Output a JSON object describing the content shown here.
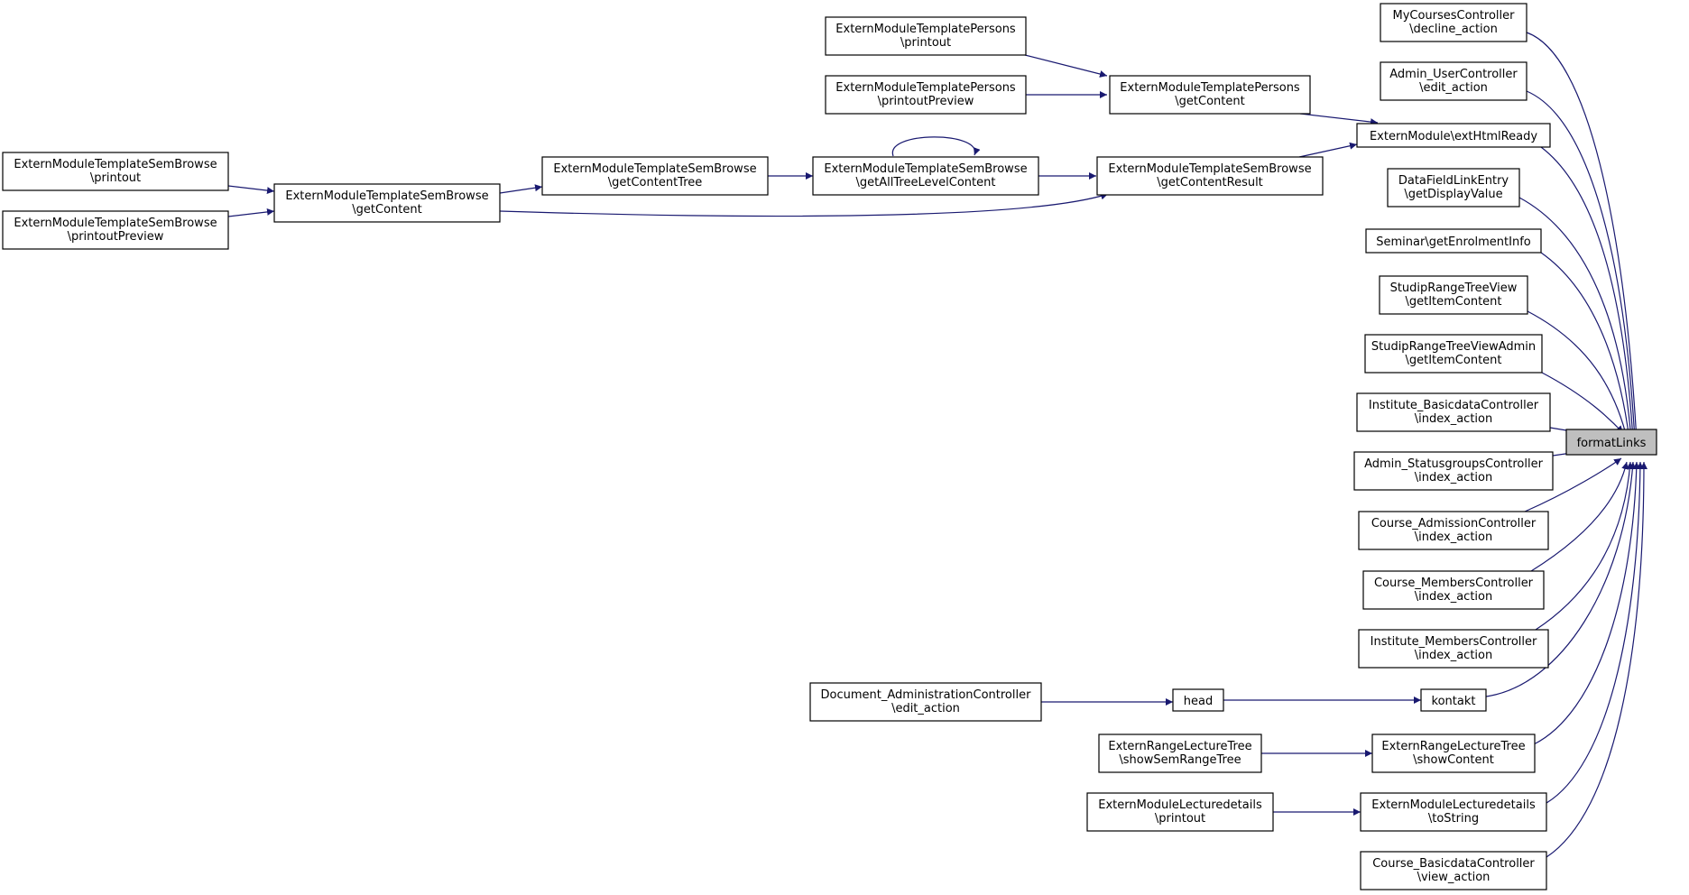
{
  "nodes": [
    {
      "id": "focus",
      "lines": [
        "formatLinks"
      ],
      "focus": true
    },
    {
      "id": "mycourses",
      "lines": [
        "MyCoursesController",
        "\\decline_action"
      ]
    },
    {
      "id": "adminuser",
      "lines": [
        "Admin_UserController",
        "\\edit_action"
      ]
    },
    {
      "id": "exthtml",
      "lines": [
        "ExternModule\\extHtmlReady"
      ]
    },
    {
      "id": "datafield",
      "lines": [
        "DataFieldLinkEntry",
        "\\getDisplayValue"
      ]
    },
    {
      "id": "seminar",
      "lines": [
        "Seminar\\getEnrolmentInfo"
      ]
    },
    {
      "id": "studiptree",
      "lines": [
        "StudipRangeTreeView",
        "\\getItemContent"
      ]
    },
    {
      "id": "studiptreeadmin",
      "lines": [
        "StudipRangeTreeViewAdmin",
        "\\getItemContent"
      ]
    },
    {
      "id": "instbasic",
      "lines": [
        "Institute_BasicdataController",
        "\\index_action"
      ]
    },
    {
      "id": "adminstatus",
      "lines": [
        "Admin_StatusgroupsController",
        "\\index_action"
      ]
    },
    {
      "id": "courseadm",
      "lines": [
        "Course_AdmissionController",
        "\\index_action"
      ]
    },
    {
      "id": "coursemem",
      "lines": [
        "Course_MembersController",
        "\\index_action"
      ]
    },
    {
      "id": "instmem",
      "lines": [
        "Institute_MembersController",
        "\\index_action"
      ]
    },
    {
      "id": "kontakt",
      "lines": [
        "kontakt"
      ]
    },
    {
      "id": "showcontent",
      "lines": [
        "ExternRangeLectureTree",
        "\\showContent"
      ]
    },
    {
      "id": "tostring",
      "lines": [
        "ExternModuleLecturedetails",
        "\\toString"
      ]
    },
    {
      "id": "viewaction",
      "lines": [
        "Course_BasicdataController",
        "\\view_action"
      ]
    },
    {
      "id": "persprintout",
      "lines": [
        "ExternModuleTemplatePersons",
        "\\printout"
      ]
    },
    {
      "id": "perspreview",
      "lines": [
        "ExternModuleTemplatePersons",
        "\\printoutPreview"
      ]
    },
    {
      "id": "persget",
      "lines": [
        "ExternModuleTemplatePersons",
        "\\getContent"
      ]
    },
    {
      "id": "semresult",
      "lines": [
        "ExternModuleTemplateSemBrowse",
        "\\getContentResult"
      ]
    },
    {
      "id": "semalltree",
      "lines": [
        "ExternModuleTemplateSemBrowse",
        "\\getAllTreeLevelContent"
      ]
    },
    {
      "id": "semtree",
      "lines": [
        "ExternModuleTemplateSemBrowse",
        "\\getContentTree"
      ]
    },
    {
      "id": "semget",
      "lines": [
        "ExternModuleTemplateSemBrowse",
        "\\getContent"
      ]
    },
    {
      "id": "semprintout",
      "lines": [
        "ExternModuleTemplateSemBrowse",
        "\\printout"
      ]
    },
    {
      "id": "sempreview",
      "lines": [
        "ExternModuleTemplateSemBrowse",
        "\\printoutPreview"
      ]
    },
    {
      "id": "head",
      "lines": [
        "head"
      ]
    },
    {
      "id": "docadmin",
      "lines": [
        "Document_AdministrationController",
        "\\edit_action"
      ]
    },
    {
      "id": "showsemrange",
      "lines": [
        "ExternRangeLectureTree",
        "\\showSemRangeTree"
      ]
    },
    {
      "id": "lectprintout",
      "lines": [
        "ExternModuleLecturedetails",
        "\\printout"
      ]
    }
  ],
  "edges": [
    [
      "mycourses",
      "focus"
    ],
    [
      "adminuser",
      "focus"
    ],
    [
      "exthtml",
      "focus"
    ],
    [
      "datafield",
      "focus"
    ],
    [
      "seminar",
      "focus"
    ],
    [
      "studiptree",
      "focus"
    ],
    [
      "studiptreeadmin",
      "focus"
    ],
    [
      "instbasic",
      "focus"
    ],
    [
      "adminstatus",
      "focus"
    ],
    [
      "courseadm",
      "focus"
    ],
    [
      "coursemem",
      "focus"
    ],
    [
      "instmem",
      "focus"
    ],
    [
      "kontakt",
      "focus"
    ],
    [
      "showcontent",
      "focus"
    ],
    [
      "tostring",
      "focus"
    ],
    [
      "viewaction",
      "focus"
    ],
    [
      "persprintout",
      "persget"
    ],
    [
      "perspreview",
      "persget"
    ],
    [
      "persget",
      "exthtml"
    ],
    [
      "semresult",
      "exthtml"
    ],
    [
      "semalltree",
      "semresult"
    ],
    [
      "semalltree",
      "semalltree"
    ],
    [
      "semtree",
      "semalltree"
    ],
    [
      "semget",
      "semtree"
    ],
    [
      "semget",
      "semresult"
    ],
    [
      "semprintout",
      "semget"
    ],
    [
      "sempreview",
      "semget"
    ],
    [
      "head",
      "kontakt"
    ],
    [
      "docadmin",
      "head"
    ],
    [
      "showsemrange",
      "showcontent"
    ],
    [
      "lectprintout",
      "tostring"
    ]
  ],
  "colors": {
    "edge": "#191970",
    "focus_fill": "#bfbfbf",
    "border": "#000000"
  }
}
